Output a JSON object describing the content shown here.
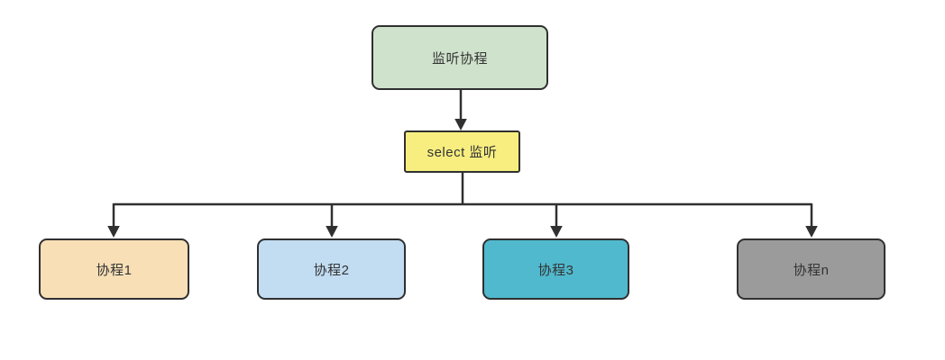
{
  "diagram": {
    "background_color": "#ffffff",
    "stroke_color": "#303030",
    "text_color": "#333333",
    "nodes": {
      "listener": {
        "label": "监听协程",
        "fill": "#cfe3cc"
      },
      "select": {
        "label": "select 监听",
        "fill": "#f8ee80"
      },
      "workers": [
        {
          "label": "协程1",
          "fill": "#f8dfb6"
        },
        {
          "label": "协程2",
          "fill": "#c2ddf2"
        },
        {
          "label": "协程3",
          "fill": "#50b9cd"
        },
        {
          "label": "协程n",
          "fill": "#9b9b9b"
        }
      ]
    },
    "edges": [
      {
        "from": "listener",
        "to": "select",
        "arrow": "down"
      },
      {
        "from": "select",
        "to": "worker-1",
        "arrow": "down"
      },
      {
        "from": "select",
        "to": "worker-2",
        "arrow": "down"
      },
      {
        "from": "select",
        "to": "worker-3",
        "arrow": "down"
      },
      {
        "from": "select",
        "to": "worker-n",
        "arrow": "down"
      }
    ]
  }
}
